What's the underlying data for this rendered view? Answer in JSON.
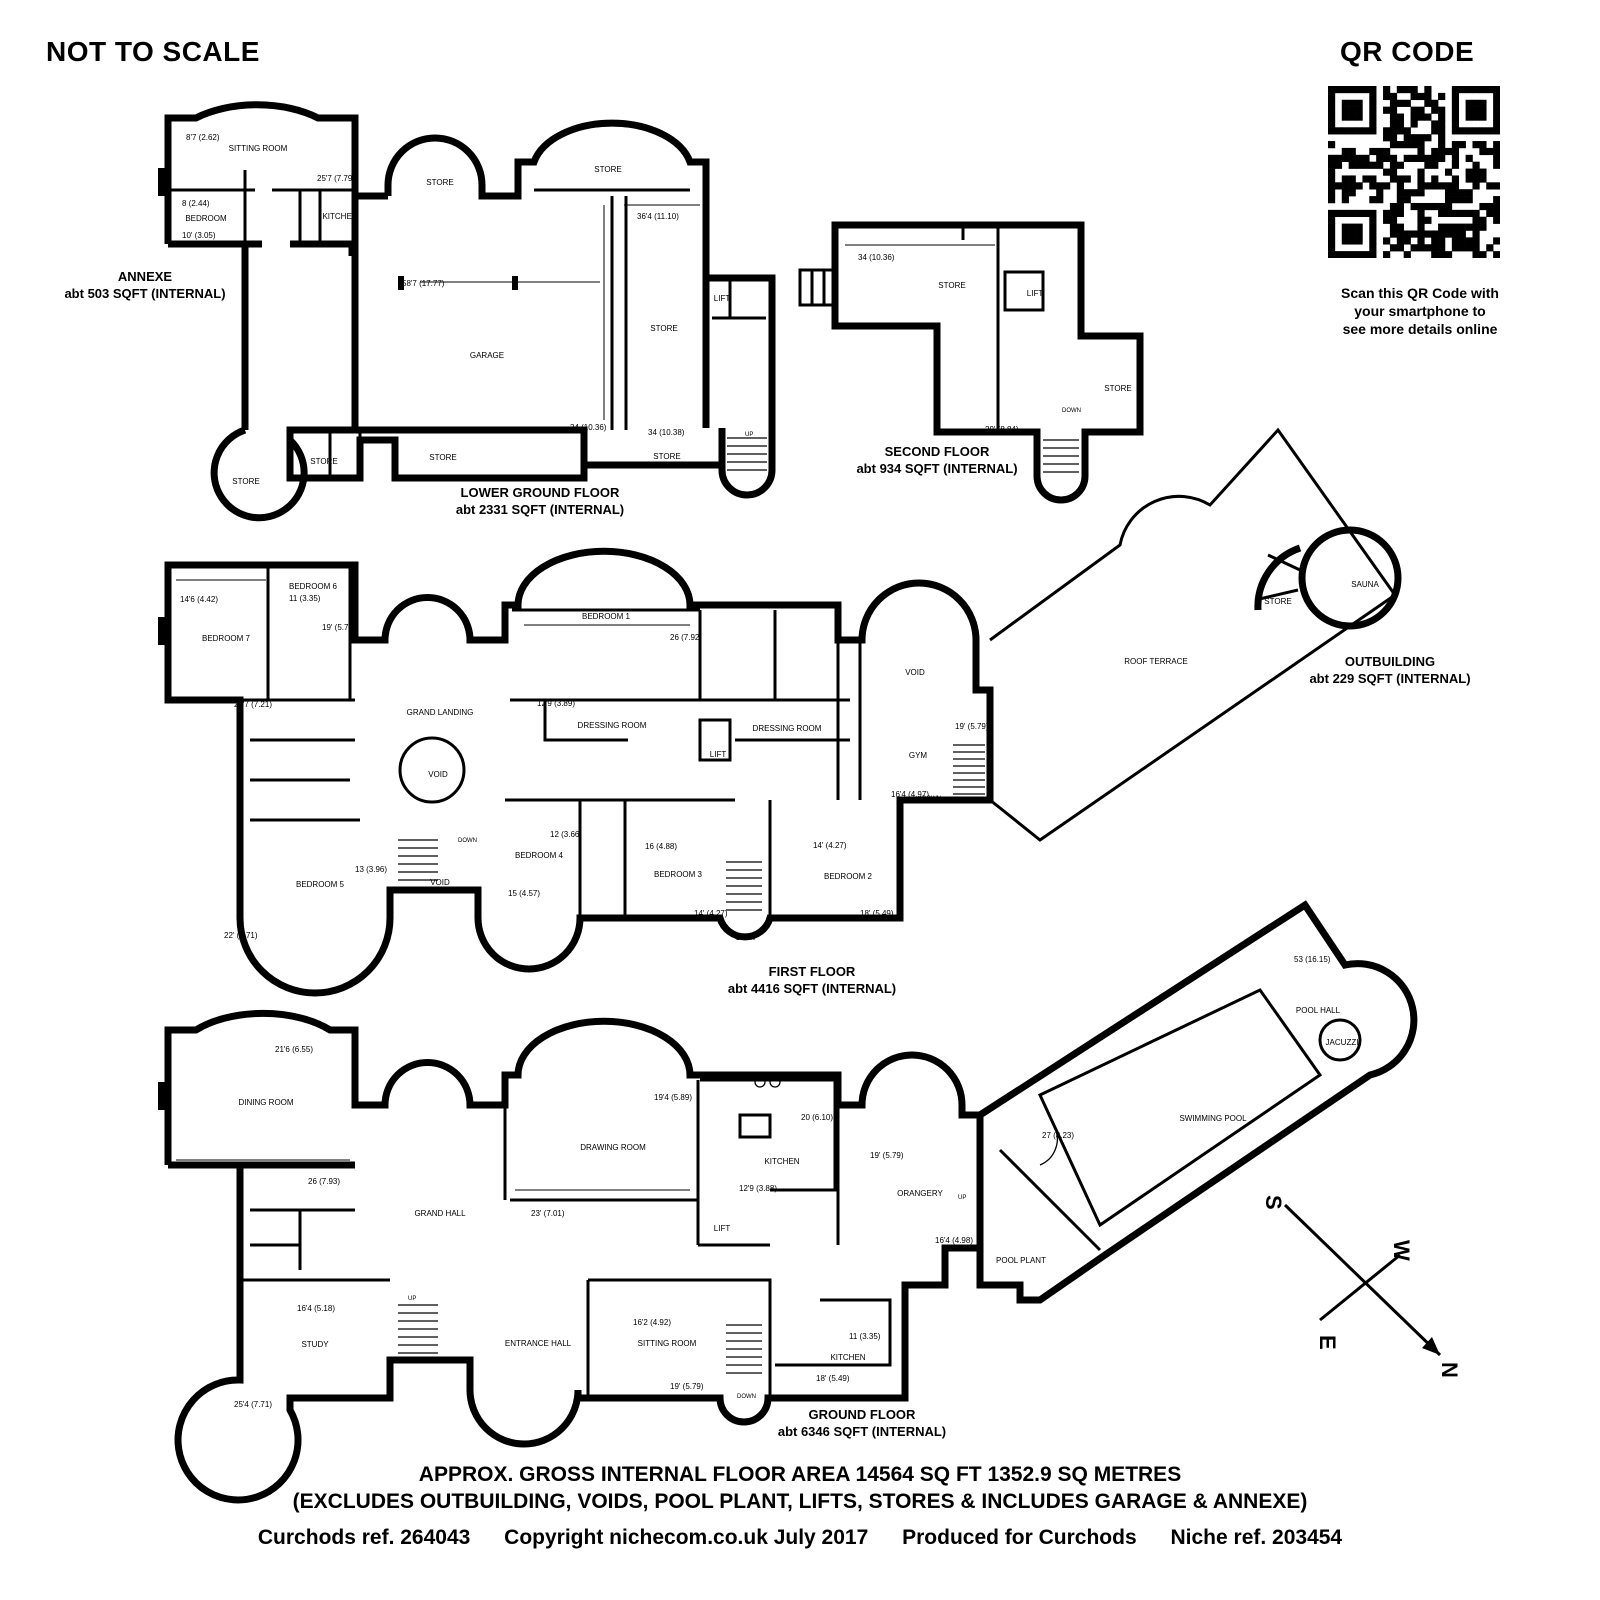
{
  "header": {
    "scale_note": "NOT TO SCALE",
    "qr_title": "QR CODE"
  },
  "qr_caption": [
    "Scan this QR Code with",
    "your smartphone to",
    "see more details online"
  ],
  "floors": {
    "annexe": {
      "name": "ANNEXE",
      "area": "abt 503 SQFT (INTERNAL)"
    },
    "lower_ground": {
      "name": "LOWER GROUND FLOOR",
      "area": "abt 2331 SQFT (INTERNAL)"
    },
    "second": {
      "name": "SECOND FLOOR",
      "area": "abt 934 SQFT (INTERNAL)"
    },
    "outbuilding": {
      "name": "OUTBUILDING",
      "area": "abt 229 SQFT (INTERNAL)"
    },
    "first": {
      "name": "FIRST FLOOR",
      "area": "abt 4416 SQFT (INTERNAL)"
    },
    "ground": {
      "name": "GROUND FLOOR",
      "area": "abt 6346 SQFT (INTERNAL)"
    }
  },
  "rooms": {
    "sitting_room_annexe": "SITTING ROOM",
    "bedroom_annexe": "BEDROOM",
    "kitchen_annexe": "KITCHEN",
    "store_lg_1": "STORE",
    "store_lg_2": "STORE",
    "store_lg_3": "STORE",
    "store_lg_4": "STORE",
    "store_lg_5": "STORE",
    "store_lg_6": "STORE",
    "store_lg_7": "STORE",
    "garage": "GARAGE",
    "lift_lg": "LIFT",
    "store_2f_1": "STORE",
    "lift_2f": "LIFT",
    "store_2f_2": "STORE",
    "sauna": "SAUNA",
    "store_outbuilding": "STORE",
    "roof_terrace": "ROOF TERRACE",
    "bedroom_7": "BEDROOM 7",
    "bedroom_6": "BEDROOM 6",
    "grand_landing": "GRAND LANDING",
    "void_landing": "VOID",
    "bedroom_1": "BEDROOM 1",
    "dressing_room_1": "DRESSING ROOM",
    "dressing_room_2": "DRESSING ROOM",
    "lift_1f": "LIFT",
    "void_1f": "VOID",
    "gym": "GYM",
    "bedroom_5": "BEDROOM 5",
    "void_stair": "VOID",
    "bedroom_4": "BEDROOM 4",
    "bedroom_3": "BEDROOM 3",
    "bedroom_2": "BEDROOM 2",
    "dining_room": "DINING ROOM",
    "grand_hall": "GRAND HALL",
    "drawing_room": "DRAWING ROOM",
    "kitchen_main": "KITCHEN",
    "lift_gf": "LIFT",
    "orangery": "ORANGERY",
    "pool_hall": "POOL HALL",
    "jacuzzi": "JACUZZI",
    "swimming_pool": "SWIMMING POOL",
    "pool_plant": "POOL PLANT",
    "study": "STUDY",
    "entrance_hall": "ENTRANCE HALL",
    "sitting_room_gf": "SITTING ROOM",
    "kitchen_gf_2": "KITCHEN"
  },
  "dimensions": {
    "d1": "8'7 (2.62)",
    "d2": "25'7 (7.79)",
    "d3": "8 (2.44)",
    "d4": "10' (3.05)",
    "d5": "58'7 (17.77)",
    "d6": "36'4 (11.10)",
    "d7": "34 (10.36)",
    "d8": "34 (10.38)",
    "d9": "34 (10.36)",
    "d10": "29' (8.84)",
    "d11": "14'6 (4.42)",
    "d12": "11 (3.35)",
    "d13": "19' (5.79)",
    "d14": "23'7 (7.21)",
    "d15": "26 (7.92)",
    "d16": "12'9 (3.89)",
    "d17": "19' (5.79)",
    "d18": "16'4 (4.97)",
    "d19": "13 (3.96)",
    "d20": "12 (3.66)",
    "d21": "15 (4.57)",
    "d22": "16 (4.88)",
    "d23": "14' (4.27)",
    "d24": "14' (4.27)",
    "d25": "18' (5.49)",
    "d26": "22' (6.71)",
    "d27": "53 (16.15)",
    "d28": "21'6 (6.55)",
    "d29": "26 (7.93)",
    "d30": "19'4 (5.89)",
    "d31": "23' (7.01)",
    "d32": "20 (6.10)",
    "d33": "12'9 (3.88)",
    "d34": "19' (5.79)",
    "d35": "16'4 (4.98)",
    "d36": "27 (8.23)",
    "d37": "16'4 (5.18)",
    "d38": "25'4 (7.71)",
    "d39": "16'2 (4.92)",
    "d40": "19' (5.79)",
    "d41": "11 (3.35)",
    "d42": "18' (5.49)"
  },
  "stair_labels": {
    "up_lg": "UP",
    "down_2f": "DOWN",
    "down_gym": "DOWN",
    "down_1f_a": "DOWN",
    "down_1f_b": "DOWN",
    "up_gf": "UP",
    "down_gf": "DOWN",
    "up_orangery": "UP"
  },
  "compass": {
    "s": "S",
    "w": "W",
    "e": "E",
    "n": "N"
  },
  "footer": {
    "line1": "APPROX. GROSS INTERNAL FLOOR AREA 14564 SQ FT 1352.9 SQ METRES",
    "line2": "(EXCLUDES OUTBUILDING, VOIDS, POOL PLANT, LIFTS, STORES & INCLUDES GARAGE & ANNEXE)",
    "curchods_ref": "Curchods ref. 264043",
    "copyright": "Copyright nichecom.co.uk July 2017",
    "produced_for": "Produced for Curchods",
    "niche_ref": "Niche ref. 203454"
  }
}
